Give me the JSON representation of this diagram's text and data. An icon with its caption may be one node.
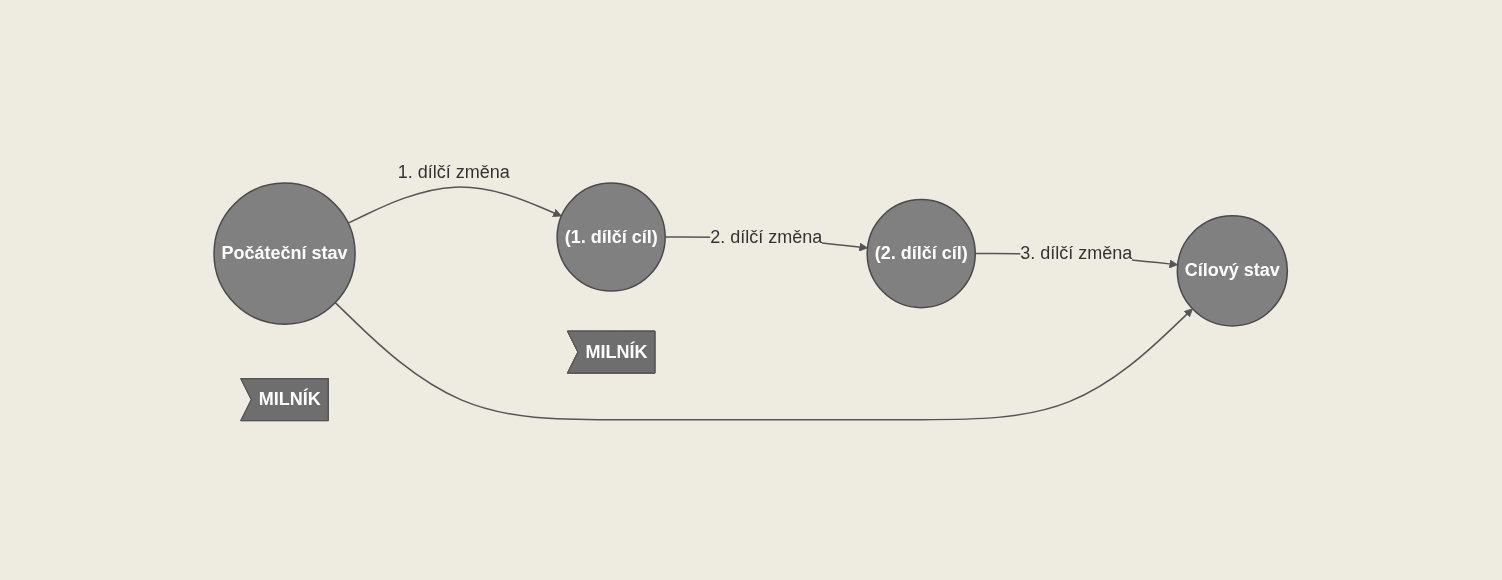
{
  "diagram": {
    "nodes": [
      {
        "text": [
          "Počáteční stav"
        ]
      },
      {
        "text": [
          "(1. dílčí cíl)"
        ]
      },
      {
        "text": [
          "(2. dílčí cíl)"
        ]
      },
      {
        "text": [
          "Cílový stav"
        ]
      },
      {
        "text": [
          "MILNÍK"
        ]
      },
      {
        "text": [
          "MILNÍK"
        ]
      }
    ],
    "edges": [
      {
        "from": 0,
        "to": 1,
        "arrow": "to",
        "label": "1. dílčí změna"
      },
      {
        "from": 1,
        "to": 2,
        "arrow": "to",
        "label": "2. dílčí změna"
      },
      {
        "from": 2,
        "to": 3,
        "arrow": "to",
        "label": "3. dílčí změna"
      },
      {
        "from": 0,
        "to": 3,
        "arrow": "to"
      }
    ]
  }
}
